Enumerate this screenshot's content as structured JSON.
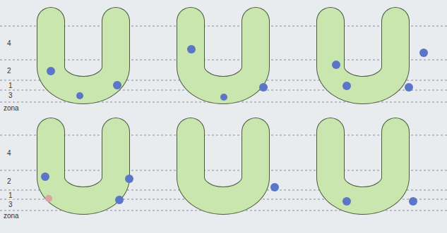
{
  "diagram": {
    "labels": [
      "4",
      "2",
      "1",
      "3",
      "zona",
      "4",
      "2",
      "1",
      "3",
      "zona"
    ]
  }
}
